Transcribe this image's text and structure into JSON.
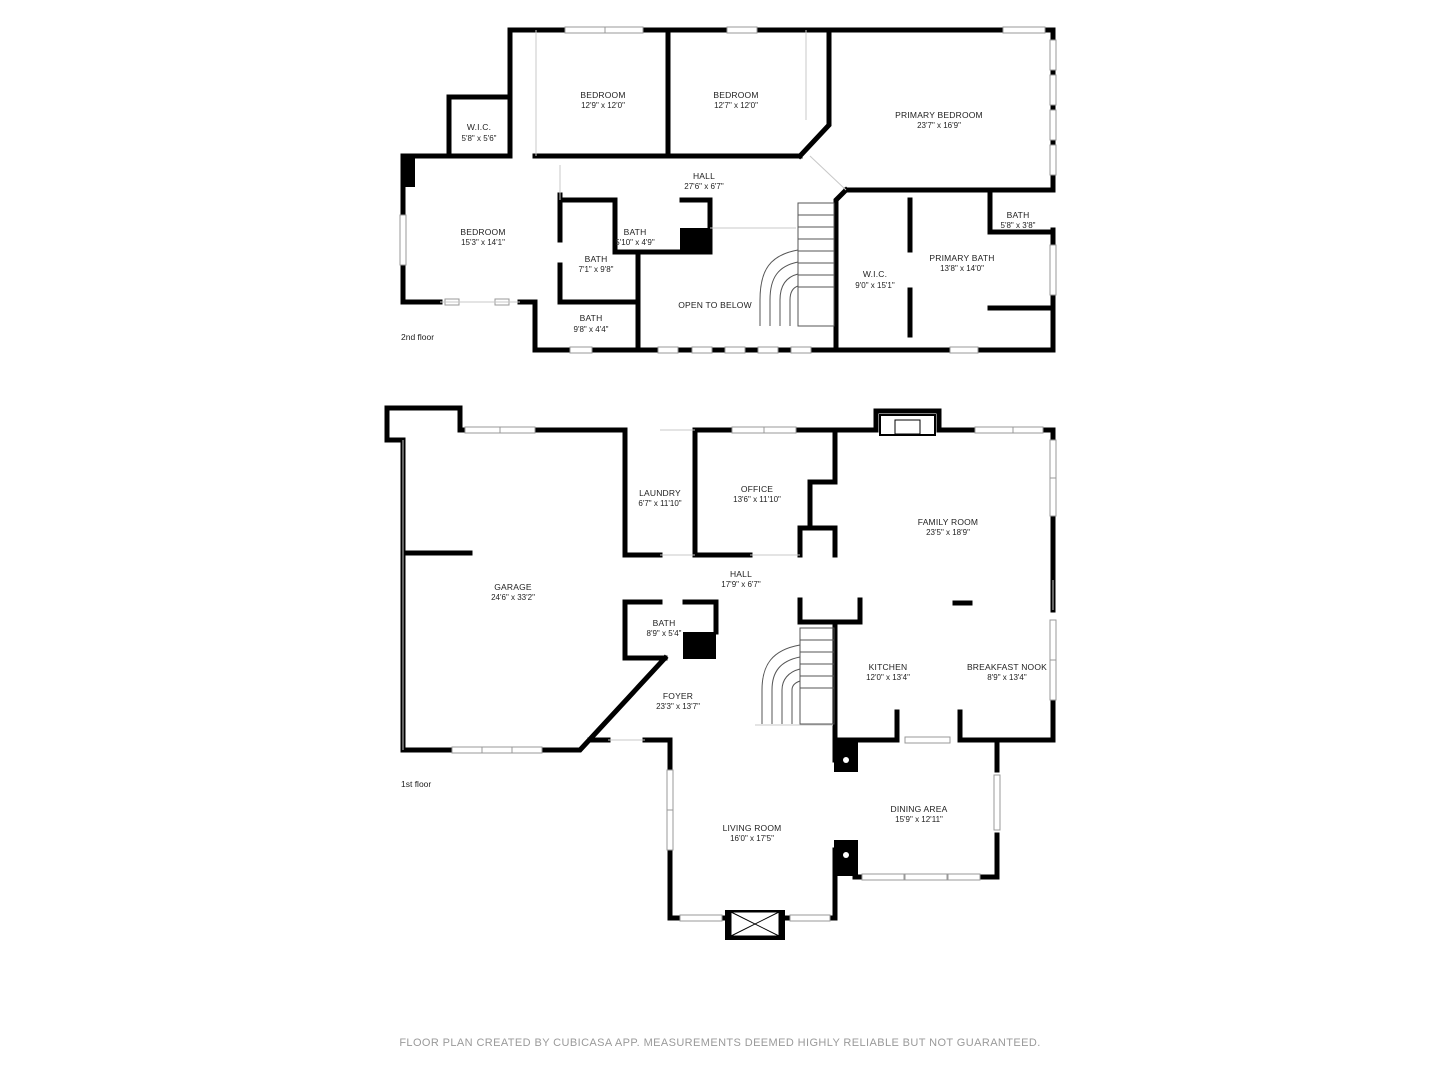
{
  "floors": [
    {
      "id": "second",
      "label": "2nd floor"
    },
    {
      "id": "first",
      "label": "1st floor"
    }
  ],
  "rooms": {
    "bedroom_a": {
      "name": "BEDROOM",
      "dims": "12'9\" x 12'0\""
    },
    "bedroom_b": {
      "name": "BEDROOM",
      "dims": "12'7\" x 12'0\""
    },
    "primary_bedroom": {
      "name": "PRIMARY BEDROOM",
      "dims": "23'7\" x 16'9\""
    },
    "wic_upper": {
      "name": "W.I.C.",
      "dims": "5'8\" x 5'6\""
    },
    "hall_upper": {
      "name": "HALL",
      "dims": "27'6\" x 6'7\""
    },
    "bedroom_c": {
      "name": "BEDROOM",
      "dims": "15'3\" x 14'1\""
    },
    "bath_small": {
      "name": "BATH",
      "dims": "5'10\" x 4'9\""
    },
    "bath_mid": {
      "name": "BATH",
      "dims": "7'1\" x 9'8\""
    },
    "bath_lower": {
      "name": "BATH",
      "dims": "9'8\" x 4'4\""
    },
    "open_to_below": {
      "name": "OPEN TO BELOW",
      "dims": ""
    },
    "wic_primary": {
      "name": "W.I.C.",
      "dims": "9'0\" x 15'1\""
    },
    "primary_bath": {
      "name": "PRIMARY BATH",
      "dims": "13'8\" x 14'0\""
    },
    "bath_primary_small": {
      "name": "BATH",
      "dims": "5'8\" x 3'8\""
    },
    "laundry": {
      "name": "LAUNDRY",
      "dims": "6'7\" x 11'10\""
    },
    "office": {
      "name": "OFFICE",
      "dims": "13'6\" x 11'10\""
    },
    "family_room": {
      "name": "FAMILY ROOM",
      "dims": "23'5\" x 18'9\""
    },
    "garage": {
      "name": "GARAGE",
      "dims": "24'6\" x 33'2\""
    },
    "hall_lower": {
      "name": "HALL",
      "dims": "17'9\" x 6'7\""
    },
    "bath_first": {
      "name": "BATH",
      "dims": "8'9\" x 5'4\""
    },
    "kitchen": {
      "name": "KITCHEN",
      "dims": "12'0\" x 13'4\""
    },
    "breakfast_nook": {
      "name": "BREAKFAST NOOK",
      "dims": "8'9\" x 13'4\""
    },
    "foyer": {
      "name": "FOYER",
      "dims": "23'3\" x 13'7\""
    },
    "dining_area": {
      "name": "DINING AREA",
      "dims": "15'9\" x 12'11\""
    },
    "living_room": {
      "name": "LIVING ROOM",
      "dims": "16'0\" x 17'5\""
    }
  },
  "footer": "FLOOR PLAN CREATED BY CUBICASA APP. MEASUREMENTS DEEMED HIGHLY RELIABLE BUT NOT GUARANTEED."
}
